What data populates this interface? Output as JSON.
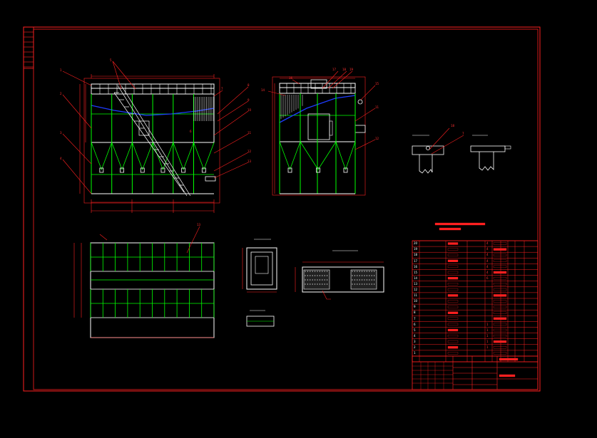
{
  "drawing": {
    "colors": {
      "background": "#000000",
      "frame": "#ff2020",
      "structure": "#ffffff",
      "columns": "#00ff00",
      "bracing": "#00ff00",
      "duct": "#1e3cff",
      "leader": "#ff2020",
      "dimension": "#ff2020",
      "table_text": "#ff3030"
    },
    "views": [
      {
        "id": "front-elevation",
        "kind": "elevation"
      },
      {
        "id": "side-elevation",
        "kind": "elevation"
      },
      {
        "id": "detail-I-A",
        "kind": "detail",
        "title": "I-A"
      },
      {
        "id": "detail-II",
        "kind": "detail",
        "title": "II"
      },
      {
        "id": "plan-view",
        "kind": "plan"
      },
      {
        "id": "section-A",
        "kind": "section"
      },
      {
        "id": "section-B",
        "kind": "section"
      },
      {
        "id": "small-part",
        "kind": "detail"
      }
    ],
    "front_callouts": [
      "1",
      "2",
      "3",
      "4",
      "5",
      "6",
      "7",
      "8",
      "9",
      "10",
      "11",
      "12",
      "13"
    ],
    "side_callouts": [
      "16",
      "17",
      "18",
      "19",
      "14",
      "15",
      "11",
      "12"
    ],
    "detail_callouts": {
      "ia_num": "18",
      "ii_num": "7"
    },
    "plan_callout": "13",
    "bom": {
      "row_numbers": [
        "20",
        "19",
        "18",
        "17",
        "16",
        "15",
        "14",
        "13",
        "12",
        "11",
        "10",
        "9",
        "8",
        "7",
        "6",
        "5",
        "4",
        "3",
        "2",
        "1"
      ],
      "qty_values": [
        "4",
        "4",
        "4",
        "4",
        "4",
        "4",
        "6",
        "",
        "",
        "",
        "",
        "",
        "",
        "",
        "1",
        "1",
        "1",
        "1",
        "1",
        ""
      ]
    }
  }
}
